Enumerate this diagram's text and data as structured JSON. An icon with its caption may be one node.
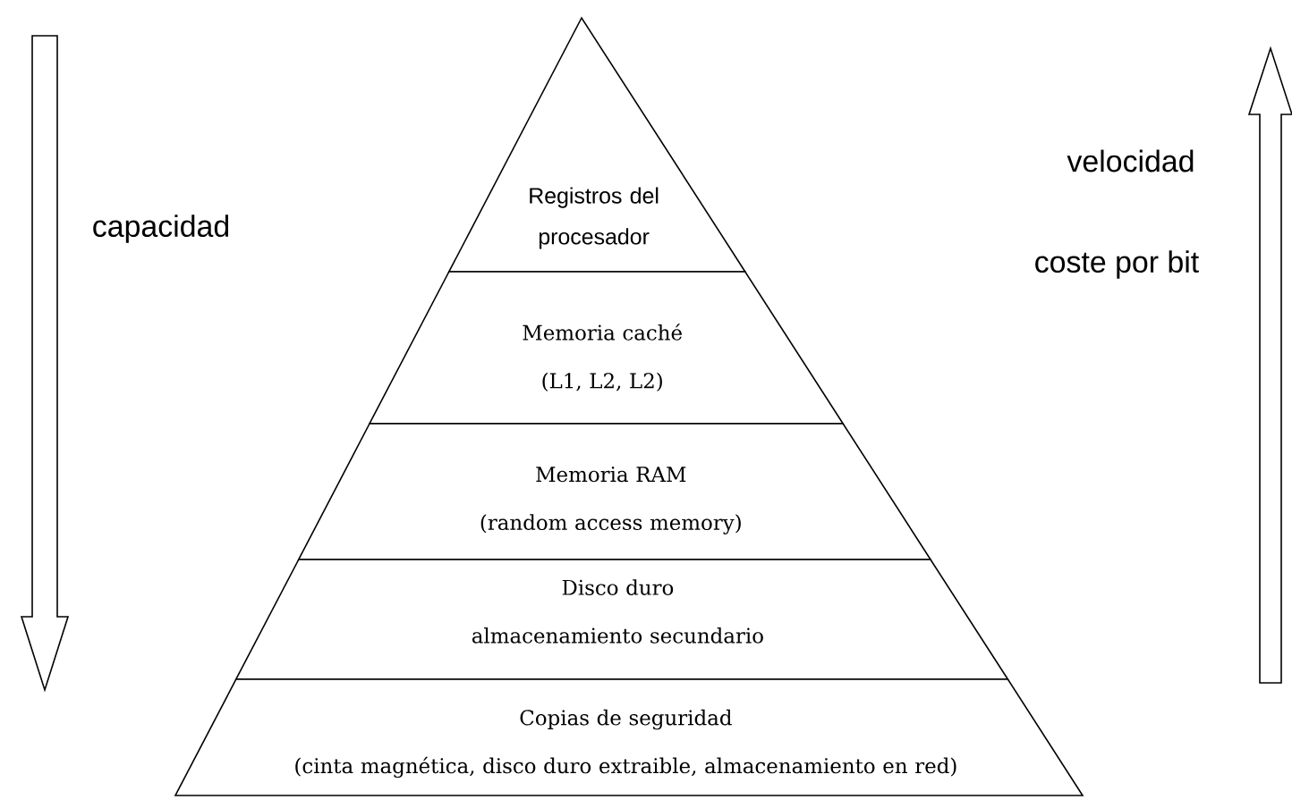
{
  "diagram": {
    "nodes": [
      {
        "text": [
          "Registros del procesador"
        ]
      },
      {
        "text": [
          "Memoria caché",
          "(L1, L2, L2)"
        ]
      },
      {
        "text": [
          "Memoria RAM",
          "(random access memory)"
        ]
      },
      {
        "text": [
          "Disco duro",
          "almacenamiento secundario"
        ]
      },
      {
        "text": [
          "Copias de seguridad",
          "(cinta magnética, disco duro extraible, almacenamiento en red)"
        ]
      }
    ],
    "labels": [
      "capacidad",
      "velocidad",
      "coste por bit"
    ]
  }
}
